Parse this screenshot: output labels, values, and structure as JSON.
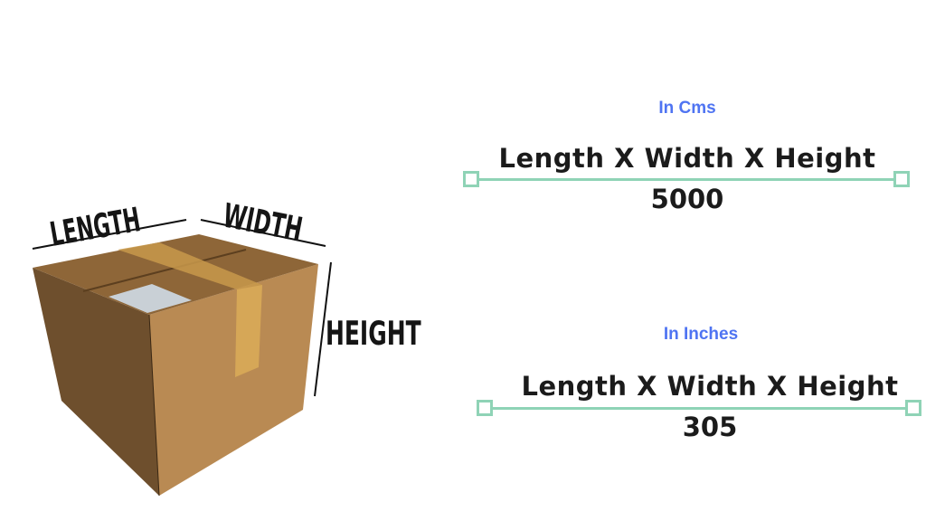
{
  "box": {
    "length_label": "LENGTH",
    "width_label": "WIDTH",
    "height_label": "HEIGHT"
  },
  "cms_panel": {
    "unit_label": "In Cms",
    "formula": "Length X Width X Height",
    "value": "5000"
  },
  "inches_panel": {
    "unit_label": "In Inches",
    "formula": "Length X Width X Height",
    "value": "305"
  },
  "colors": {
    "accent_blue": "#4f74f2",
    "handle_green": "#8fd3b6",
    "cardboard": "#b88a52",
    "text_dark": "#1b1b1b"
  }
}
